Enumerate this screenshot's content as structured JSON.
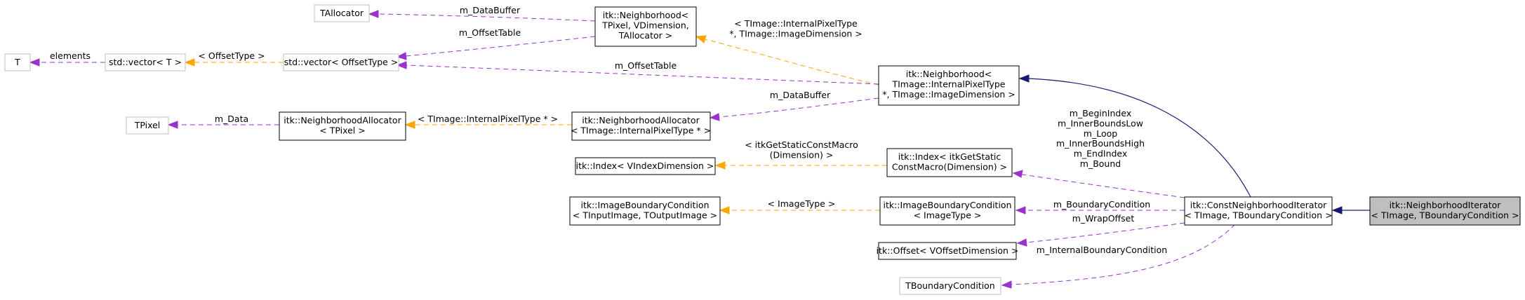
{
  "nodes": {
    "tallocator": {
      "lines": [
        "TAllocator"
      ]
    },
    "t": {
      "lines": [
        "T"
      ]
    },
    "vector_t": {
      "lines": [
        "std::vector< T >"
      ]
    },
    "vector_offset": {
      "lines": [
        "std::vector< OffsetType >"
      ]
    },
    "tpixel": {
      "lines": [
        "TPixel"
      ]
    },
    "nalloc_tpixel": {
      "lines": [
        "itk::NeighborhoodAllocator",
        "< TPixel >"
      ]
    },
    "neighborhood_tpixel": {
      "lines": [
        "itk::Neighborhood<",
        "TPixel, VDimension,",
        "TAllocator >"
      ]
    },
    "nalloc_internal": {
      "lines": [
        "itk::NeighborhoodAllocator",
        "< TImage::InternalPixelType * >"
      ]
    },
    "neighborhood_internal": {
      "lines": [
        "itk::Neighborhood<",
        "TImage::InternalPixelType",
        "*, TImage::ImageDimension >"
      ]
    },
    "index_v": {
      "lines": [
        "itk::Index< VIndexDimension >"
      ]
    },
    "index_static": {
      "lines": [
        "itk::Index< itkGetStatic",
        "ConstMacro(Dimension) >"
      ]
    },
    "ibc_template": {
      "lines": [
        "itk::ImageBoundaryCondition",
        "< TInputImage, TOutputImage >"
      ]
    },
    "ibc_imagetype": {
      "lines": [
        "itk::ImageBoundaryCondition",
        "< ImageType >"
      ]
    },
    "offset_v": {
      "lines": [
        "itk::Offset< VOffsetDimension >"
      ]
    },
    "tboundary": {
      "lines": [
        "TBoundaryCondition"
      ]
    },
    "const_iter": {
      "lines": [
        "itk::ConstNeighborhoodIterator",
        "< TImage, TBoundaryCondition >"
      ]
    },
    "iter": {
      "lines": [
        "itk::NeighborhoodIterator",
        "< TImage, TBoundaryCondition >"
      ]
    }
  },
  "edges": {
    "m_databuffer_1": {
      "lines": [
        "m_DataBuffer"
      ]
    },
    "m_offsettable_1": {
      "lines": [
        "m_OffsetTable"
      ]
    },
    "elements": {
      "lines": [
        "elements"
      ]
    },
    "offsettype": {
      "lines": [
        "< OffsetType >"
      ]
    },
    "internal_pixel_dim": {
      "lines": [
        "< TImage::InternalPixelType",
        "*, TImage::ImageDimension >"
      ]
    },
    "m_offsettable_2": {
      "lines": [
        "m_OffsetTable"
      ]
    },
    "m_data": {
      "lines": [
        "m_Data"
      ]
    },
    "internal_pixel_ptr": {
      "lines": [
        "< TImage::InternalPixelType * >"
      ]
    },
    "m_databuffer_2": {
      "lines": [
        "m_DataBuffer"
      ]
    },
    "static_macro": {
      "lines": [
        "< itkGetStaticConstMacro",
        "(Dimension) >"
      ]
    },
    "index_members": {
      "lines": [
        "m_BeginIndex",
        "m_InnerBoundsLow",
        "m_Loop",
        "m_InnerBoundsHigh",
        "m_EndIndex",
        "m_Bound"
      ]
    },
    "imagetype": {
      "lines": [
        "< ImageType >"
      ]
    },
    "m_boundarycondition": {
      "lines": [
        "m_BoundaryCondition"
      ]
    },
    "m_wrapoffset": {
      "lines": [
        "m_WrapOffset"
      ]
    },
    "m_internalboundarycondition": {
      "lines": [
        "m_InternalBoundaryCondition"
      ]
    }
  }
}
